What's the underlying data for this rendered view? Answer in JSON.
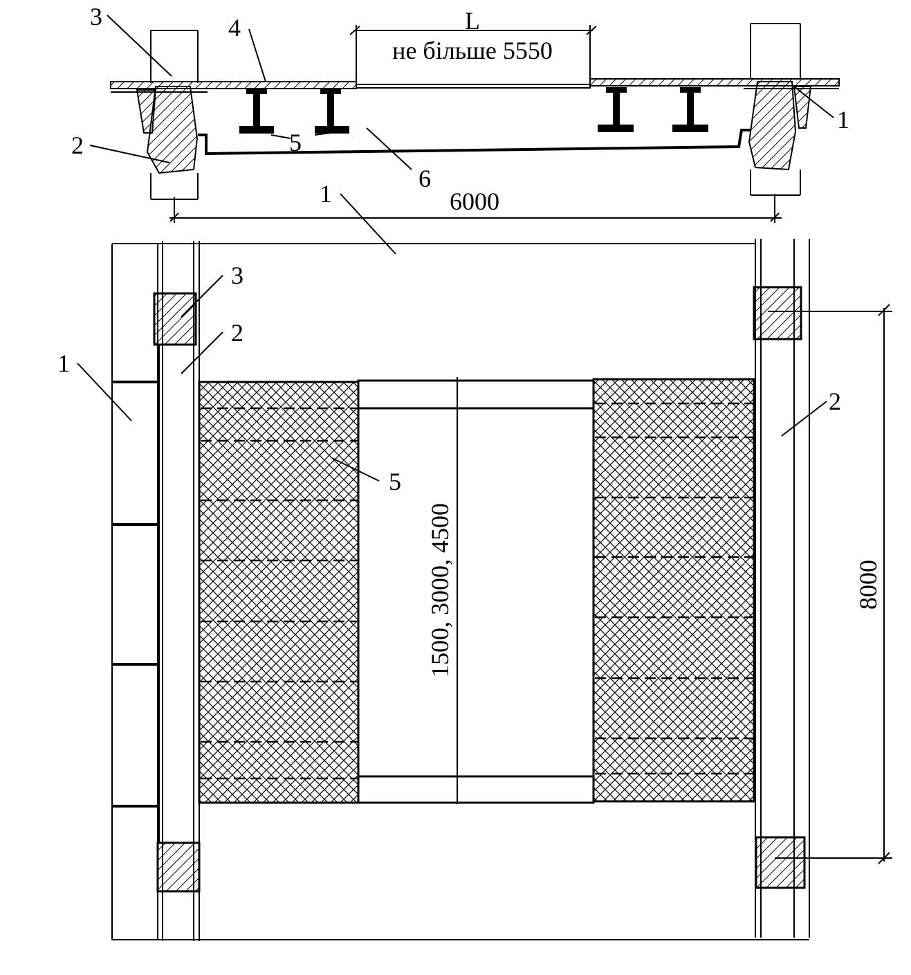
{
  "section": {
    "span_symbol": "L",
    "span_limit": "не більше 5550",
    "span_total": "6000"
  },
  "plan": {
    "length": "8000",
    "opening": "1500, 3000, 4500"
  },
  "callouts": {
    "n1": "1",
    "n2": "2",
    "n3": "3",
    "n4": "4",
    "n5": "5",
    "n6": "6"
  }
}
